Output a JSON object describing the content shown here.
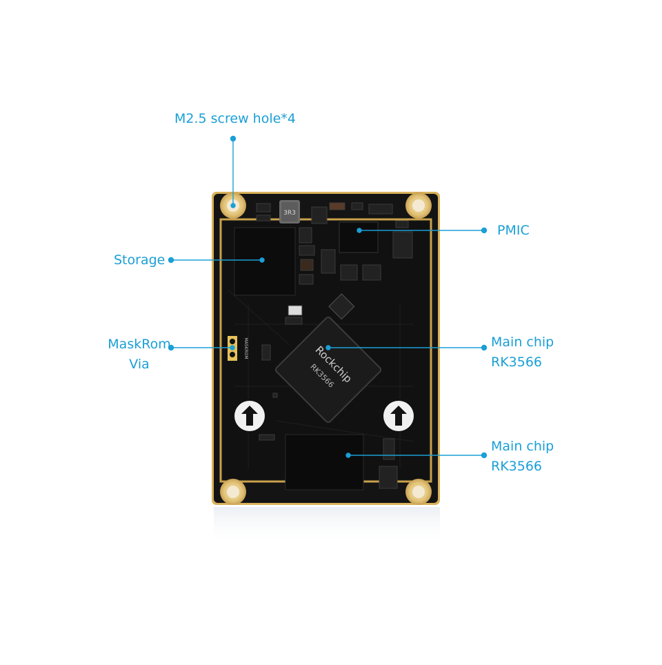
{
  "accent_color": "#1a9fd6",
  "board": {
    "pcb_color": "#121212",
    "gold_color": "#d8b25a",
    "chip_brand": "Rockchip",
    "chip_model": "RK3566",
    "inductor_marking": "3R3",
    "silkscreen_maskrom": "MASKROM"
  },
  "callouts": {
    "screw_hole": {
      "line1": "M2.5 screw hole*4"
    },
    "pmic": {
      "line1": "PMIC"
    },
    "storage": {
      "line1": "Storage"
    },
    "maskrom": {
      "line1": "MaskRom",
      "line2": "Via"
    },
    "main_chip": {
      "line1": "Main chip",
      "line2": "RK3566"
    },
    "memory": {
      "line1": "Main chip",
      "line2": "RK3566"
    }
  }
}
